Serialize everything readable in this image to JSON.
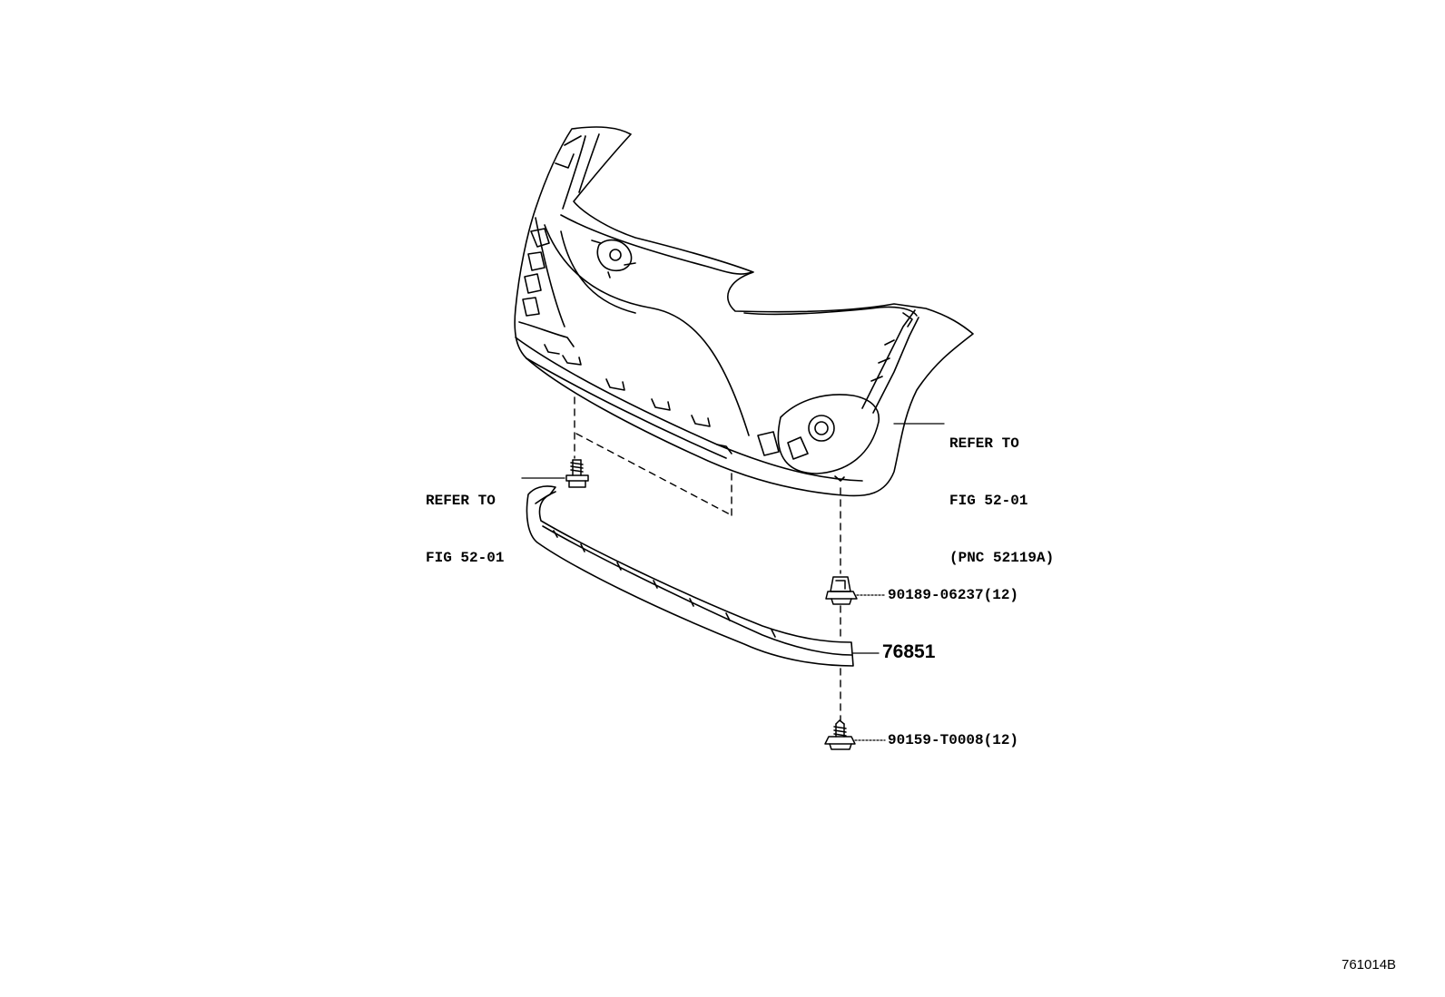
{
  "callouts": {
    "bumper_ref": {
      "line1": "REFER TO",
      "line2": "FIG 52-01",
      "line3": "(PNC 52119A)"
    },
    "bolt_ref": {
      "line1": "REFER TO",
      "line2": "FIG 52-01"
    },
    "clip": "90189-06237(12)",
    "spoiler": "76851",
    "screw": "90159-T0008(12)"
  },
  "figure_id": "761014B",
  "colors": {
    "line": "#000000",
    "background": "#ffffff"
  }
}
